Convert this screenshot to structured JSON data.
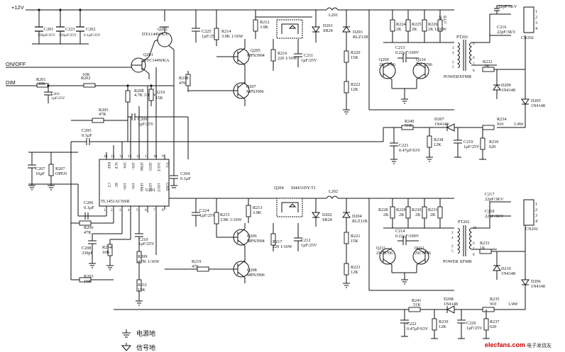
{
  "nets": {
    "vin": "+12V",
    "onoff": "ON/OFF",
    "dim": "DIM"
  },
  "ic": {
    "ref": "U201",
    "part": "TL1451ACNSR",
    "pins_top": [
      "REF",
      "SCP",
      "2IN-",
      "2IN+",
      "2FBK",
      "2DTC",
      "2OUT",
      "Vcc"
    ],
    "pins_top_num": [
      "16",
      "15",
      "14",
      "13",
      "12",
      "11",
      "10",
      "9"
    ],
    "pins_bottom": [
      "CT",
      "RT",
      "1IN+",
      "1IN-",
      "1FBK",
      "1DTC",
      "1OUT",
      "GND"
    ],
    "pins_bottom_num": [
      "1",
      "2",
      "3",
      "4",
      "5",
      "6",
      "7",
      "8"
    ]
  },
  "top_block": {
    "c201": [
      "C201",
      "150µF/25V"
    ],
    "c223": [
      "C223",
      "150µF/25V"
    ],
    "c202": [
      "C202",
      "0.1µF/25V"
    ],
    "q202": [
      "Q202",
      "DTA144WKA"
    ],
    "q201": [
      "Q201",
      "DTC144WKA"
    ],
    "r201": [
      "R201",
      "30K"
    ],
    "r202": [
      "R202",
      "10K"
    ],
    "c203": [
      "C203",
      "1µF/25V"
    ],
    "r208": [
      "R208",
      "4.7K 1/16W"
    ],
    "r210": [
      "R210",
      "15K"
    ],
    "r205": [
      "R205",
      "47K"
    ],
    "c209": [
      "C209",
      "1µF/25V"
    ],
    "c205": [
      "C205",
      "0.1µF"
    ],
    "c207": [
      "C207",
      "10µF"
    ],
    "r207": [
      "R207",
      "OPEN"
    ],
    "c204": [
      "C204",
      "0.1µF"
    ],
    "c225": [
      "C225",
      "1µF/25V"
    ],
    "r214": [
      "R214",
      "3.9K 1/16W"
    ],
    "r212": [
      "R212",
      "3.9K"
    ],
    "q205": [
      "Q205",
      "MPS3904"
    ],
    "r216": [
      "R216",
      "220 1/16W"
    ],
    "c211": [
      "C211",
      "1µF/25V"
    ],
    "r218": [
      "R218",
      "470"
    ],
    "q207": [
      "Q207",
      "MPS3906"
    ],
    "q203_partial": "",
    "l201": "L201",
    "d201": [
      "D201",
      "SR24"
    ],
    "d203": [
      "D203",
      "RLZ11B"
    ],
    "r220": [
      "R220",
      "15K"
    ],
    "r222": [
      "R222",
      "12K"
    ],
    "r224": [
      "R224",
      "2K"
    ],
    "r225": [
      "R225",
      "2K"
    ],
    "r226": [
      "R226",
      "2K 1/16W"
    ],
    "r227": [
      "R227",
      "2K"
    ],
    "c213": [
      "C213",
      "0.22µF/100V"
    ],
    "q209": [
      "Q209",
      "2SC5706"
    ],
    "q210": [
      "Q210",
      "2SC5706"
    ],
    "pt201": [
      "PT201",
      "POWERXFMR"
    ],
    "c215": [
      "C215",
      "22pF/3KV"
    ],
    "c216": [
      "C216",
      "22pF/3KV"
    ],
    "cn202": "CN202",
    "r232": [
      "R232",
      "1K"
    ],
    "d209": [
      "D209",
      "1N4148"
    ],
    "d205": [
      "D205",
      "1N4148"
    ],
    "r240": [
      "R240",
      "51K"
    ],
    "d207": [
      "D207",
      "1N4148"
    ],
    "r234": [
      "R234",
      "910"
    ],
    "r234_w": "1/4W",
    "c221": [
      "C221",
      "0.47µF/63V"
    ],
    "r238": [
      "R238",
      "12K"
    ],
    "c219": [
      "C219",
      "1µF/25V"
    ],
    "r236": [
      "R236",
      "620"
    ]
  },
  "bottom_block": {
    "c206": [
      "C206",
      "0.1µF"
    ],
    "r206": [
      "R206",
      "47K"
    ],
    "c208": [
      "C208",
      "330pF"
    ],
    "r204": [
      "R204",
      "10K"
    ],
    "c210": [
      "C210",
      "1µF/25V"
    ],
    "r209": [
      "R209",
      "4.7K 1/16W"
    ],
    "r211": [
      "R211",
      "15K"
    ],
    "r203": [
      "R203",
      "10K"
    ],
    "c224": [
      "C224",
      "1µF/25V"
    ],
    "r215": [
      "R215",
      "3.9K 1/16W"
    ],
    "r213": [
      "R213",
      "3.9K"
    ],
    "q206": [
      "Q206",
      "MPS3904"
    ],
    "r217": [
      "R217",
      "220 1/16W"
    ],
    "c212": [
      "C212",
      "1µF/25V"
    ],
    "r219": [
      "R219",
      "470"
    ],
    "q208": [
      "Q208",
      "MPS3906"
    ],
    "q204": [
      "Q204",
      "SI4431DY-T1"
    ],
    "l202": "L202",
    "d202": [
      "D202",
      "SR24"
    ],
    "d204": [
      "D204",
      "RLZ11B"
    ],
    "r221": [
      "R221",
      "15K"
    ],
    "r223": [
      "R223",
      "12K"
    ],
    "r228": [
      "R228",
      "2K"
    ],
    "r229": [
      "R229",
      "2K"
    ],
    "r230": [
      "R230",
      "2K"
    ],
    "r231": [
      "R231",
      "2K"
    ],
    "c214": [
      "C214",
      "0.22µF/100V"
    ],
    "q211": [
      "Q211",
      "2SC5706"
    ],
    "q212": [
      "Q212",
      "2SC5706"
    ],
    "pt202": [
      "PT202",
      "POWER XFMR"
    ],
    "c217": [
      "C217",
      "22pF/3KV"
    ],
    "c218": [
      "C218",
      "22pF/3KV"
    ],
    "cn201": "CN201",
    "r233": [
      "R233",
      "1K"
    ],
    "d210": [
      "D210",
      "1N4148"
    ],
    "d206": [
      "D206",
      "1N4148"
    ],
    "r241": [
      "R241",
      "51K"
    ],
    "d208": [
      "D208",
      "1N4148"
    ],
    "r235": [
      "R235",
      "910"
    ],
    "r235_w": "1/4W",
    "c222": [
      "C222",
      "0.47µF/63V"
    ],
    "r239": [
      "R239",
      "12K"
    ],
    "c220": [
      "C220",
      "1µF/25V"
    ],
    "r237": [
      "R237",
      "620"
    ]
  },
  "connector_pins": [
    "1",
    "2",
    "3",
    "4"
  ],
  "xfmr_pins": [
    "1",
    "2",
    "3",
    "4",
    "5",
    "6",
    "7",
    "8",
    "9",
    "10"
  ],
  "legend": {
    "power_ground": "电源地",
    "signal_ground": "信号地"
  },
  "watermark": {
    "site": "elecfans.com",
    "cn": "电子发烧友"
  }
}
